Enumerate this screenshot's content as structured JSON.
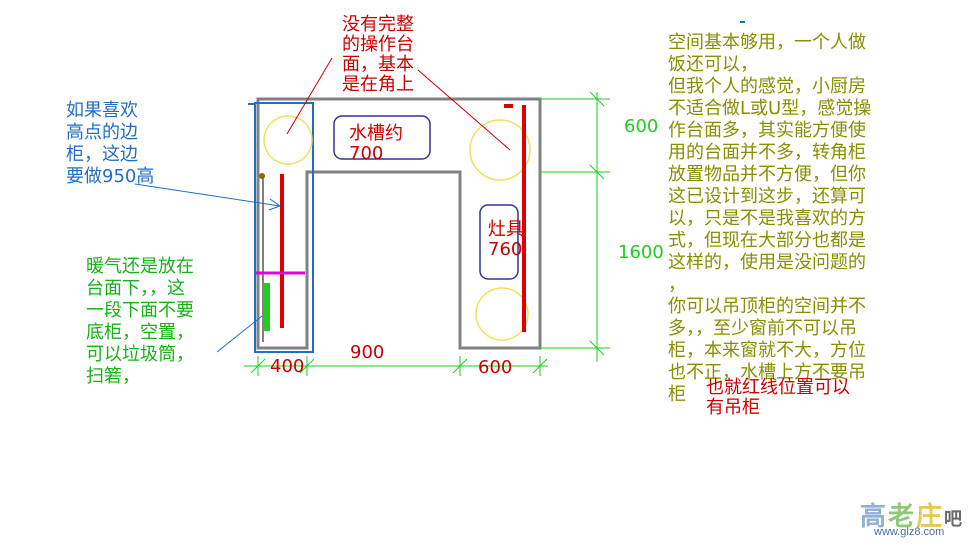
{
  "notes": {
    "top_center": "没有完整\n的操作台\n面，基本\n是在角上",
    "left_top": "如果喜欢\n高点的边\n柜，这边\n要做950高",
    "left_bottom": "暖气还是放在\n台面下，，这\n一段下面不要\n底柜，空置，\n可以垃圾筒，\n扫箬，",
    "right_main": "空间基本够用，一个人做\n饭还可以，\n但我个人的感觉，小厨房\n不适合做L或U型，感觉操\n作台面多，其实能方便使\n用的台面并不多，转角柜\n放置物品并不方便，但你\n这已设计到这步，还算可\n以，只是不是我喜欢的方\n式，但现在大部分也都是\n这样的，使用是没问题的\n，\n你可以吊顶柜的空间并不\n多，，至少窗前不可以吊\n柜，本来窗就不大，方位\n也不正，水槽上方不要吊\n柜",
    "right_red": "也就红线位置可以\n有吊柜"
  },
  "labels": {
    "sink": "水槽约\n700",
    "stove": "灶具\n760"
  },
  "dimensions": {
    "d600_top": "600",
    "d1600": "1600",
    "d400": "400",
    "d900": "900",
    "d600_bottom": "600"
  },
  "logo": {
    "chars": "高老庄",
    "suffix": "吧",
    "url": "www.glz8.com"
  },
  "colors": {
    "wall": "#808080",
    "red_line": "#dd0000",
    "yellow_circle": "#f0e060",
    "green_dim": "#22cc22",
    "blue": "#1f6fc6",
    "magenta": "#e000e0"
  }
}
